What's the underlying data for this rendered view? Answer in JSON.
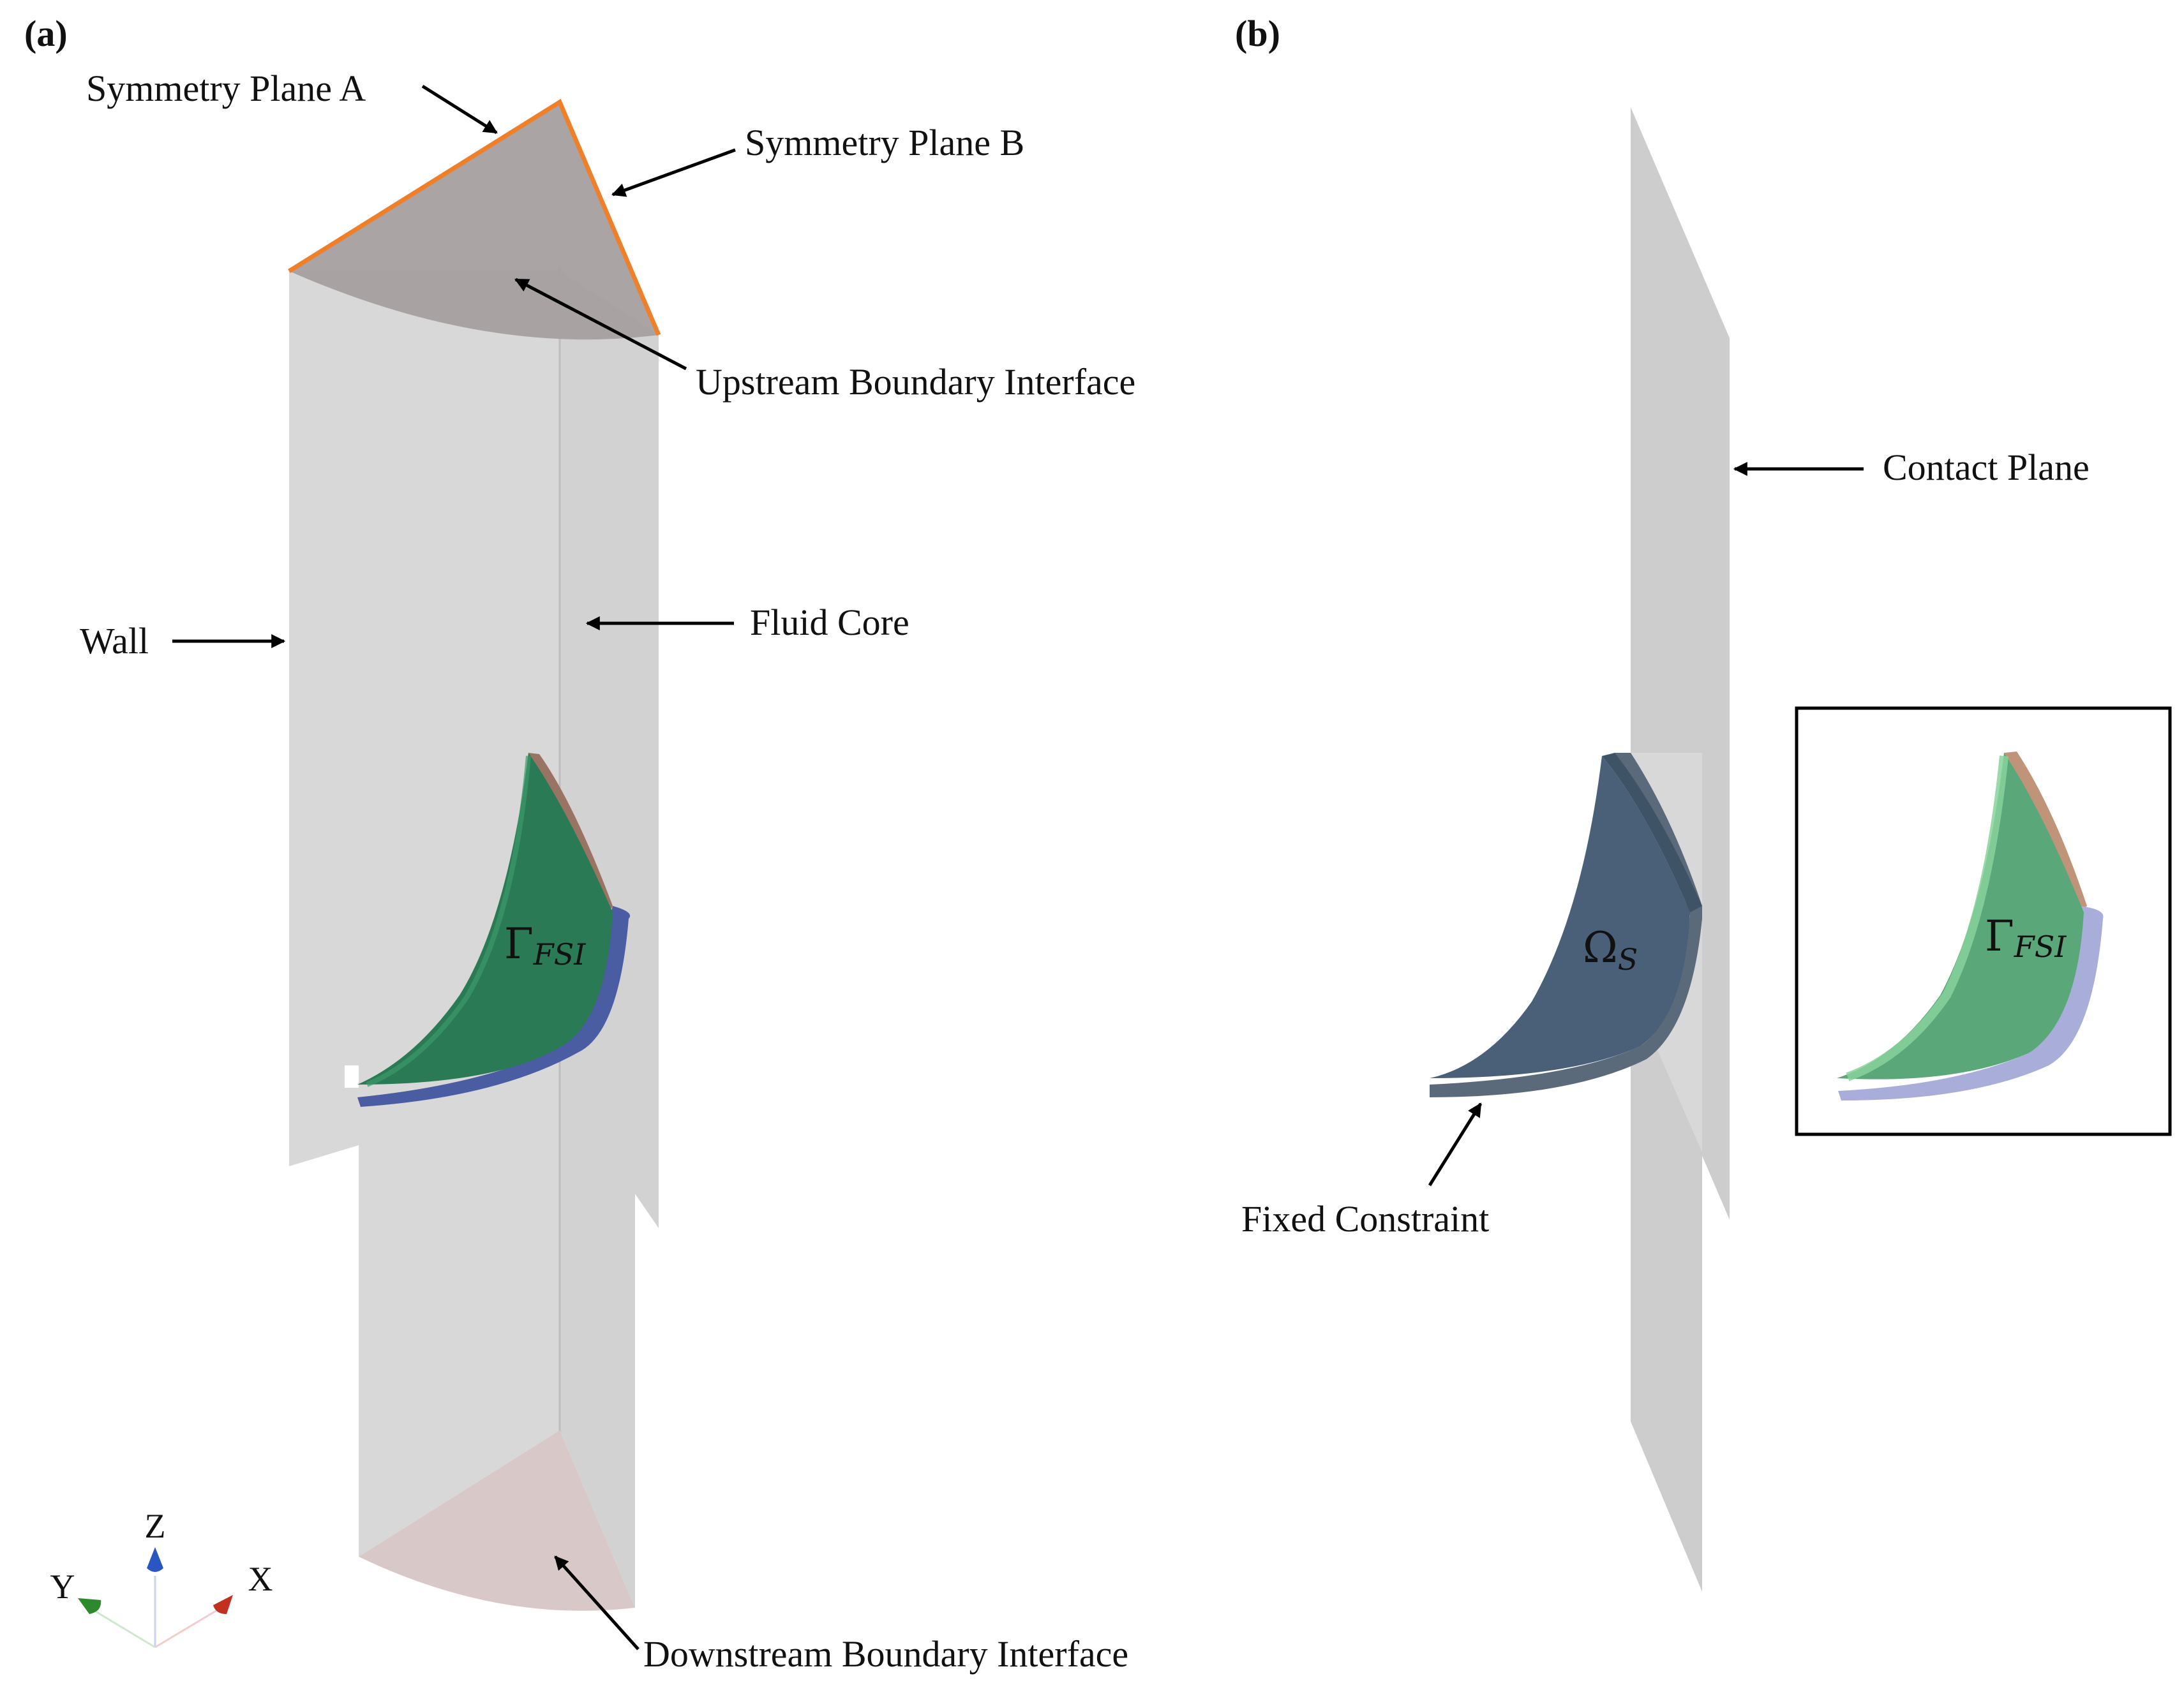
{
  "panels": {
    "a": "(a)",
    "b": "(b)"
  },
  "labels": {
    "sym_a": "Symmetry Plane A",
    "sym_b": "Symmetry Plane B",
    "upstream": "Upstream Boundary Interface",
    "wall": "Wall",
    "fluid_core": "Fluid Core",
    "downstream": "Downstream Boundary Interface",
    "contact_plane": "Contact Plane",
    "fixed_constraint": "Fixed Constraint"
  },
  "symbols": {
    "gamma": "Γ",
    "gamma_sub": "FSI",
    "omega": "Ω",
    "omega_sub": "S"
  },
  "axes": {
    "x": "X",
    "y": "Y",
    "z": "Z"
  },
  "colors": {
    "domain_gray": "#d6d6d6",
    "top_cap": "#a79f9f",
    "bottom_cap": "#d9c8c8",
    "symmetry_edge": "#f07f2a",
    "fsi_green": "#2a7a56",
    "leaflet_blue": "#4a6078",
    "inset_green": "#5fb37a",
    "leaflet_brown": "#9a7462",
    "lavender": "#9ea2d6"
  }
}
